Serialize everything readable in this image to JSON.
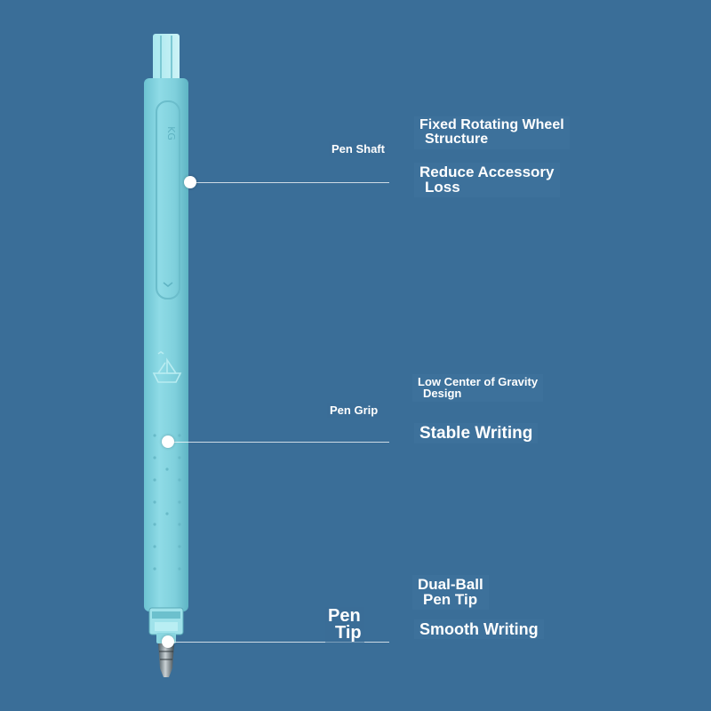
{
  "background_color": "#3a6e98",
  "pen_body_color": "#7fd0dc",
  "icons": [
    "pen-shaft-dot",
    "pen-grip-dot",
    "pen-tip-dot",
    "boat-logo-icon"
  ],
  "brand_mark": "KG",
  "callouts": {
    "shaft": {
      "part": "Pen Shaft",
      "feature1_line1": "Fixed Rotating Wheel",
      "feature1_line2": "Structure",
      "feature2_line1": "Reduce Accessory",
      "feature2_line2": "Loss"
    },
    "grip": {
      "part": "Pen Grip",
      "feature1_line1": "Low Center of Gravity",
      "feature1_line2": "Design",
      "feature2": "Stable Writing"
    },
    "tip": {
      "part_line1": "Pen",
      "part_line2": "Tip",
      "feature1_line1": "Dual-Ball",
      "feature1_line2": "Pen Tip",
      "feature2": "Smooth Writing"
    }
  }
}
